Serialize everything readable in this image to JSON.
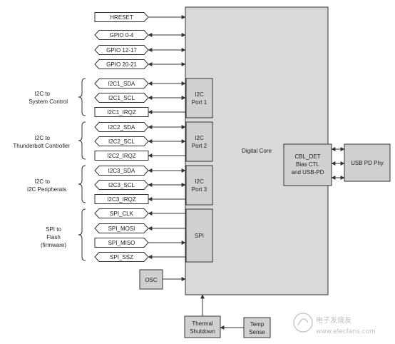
{
  "core_label": "Digital Core",
  "signals": [
    {
      "label": "HRESET",
      "dir": "in",
      "shape": "arrow"
    },
    {
      "label": "GPIO 0-4",
      "dir": "bi",
      "shape": "hex"
    },
    {
      "label": "GPIO 12-17",
      "dir": "bi",
      "shape": "hex"
    },
    {
      "label": "GPIO 20-21",
      "dir": "bi",
      "shape": "hex"
    },
    {
      "label": "I2C1_SDA",
      "dir": "bi",
      "shape": "hex"
    },
    {
      "label": "I2C1_SCL",
      "dir": "bi",
      "shape": "hex"
    },
    {
      "label": "I2C1_IRQZ",
      "dir": "out",
      "shape": "rect"
    },
    {
      "label": "I2C2_SDA",
      "dir": "bi",
      "shape": "hex"
    },
    {
      "label": "I2C2_SCL",
      "dir": "bi",
      "shape": "hex"
    },
    {
      "label": "I2C2_IRQZ",
      "dir": "out",
      "shape": "rect"
    },
    {
      "label": "I2C3_SDA",
      "dir": "bi",
      "shape": "hex"
    },
    {
      "label": "I2C3_SCL",
      "dir": "bi",
      "shape": "hex"
    },
    {
      "label": "I2C3_IRQZ",
      "dir": "out",
      "shape": "rect"
    },
    {
      "label": "SPI_CLK",
      "dir": "out",
      "shape": "hex"
    },
    {
      "label": "SPI_MOSI",
      "dir": "out",
      "shape": "hex"
    },
    {
      "label": "SPI_MISO",
      "dir": "in",
      "shape": "arrow"
    },
    {
      "label": "SPI_SSZ",
      "dir": "out",
      "shape": "hex"
    }
  ],
  "groups": [
    {
      "lines": [
        "I2C to",
        "System Control"
      ]
    },
    {
      "lines": [
        "I2C to",
        "Thunderbolt Controller"
      ]
    },
    {
      "lines": [
        "I2C to",
        "I2C Peripherals"
      ]
    },
    {
      "lines": [
        "SPI to",
        "Flash",
        "(firmware)"
      ]
    }
  ],
  "ports": [
    {
      "lines": [
        "I2C",
        "Port 1"
      ]
    },
    {
      "lines": [
        "I2C",
        "Port 2"
      ]
    },
    {
      "lines": [
        "I2C",
        "Port 3"
      ]
    },
    {
      "lines": [
        "SPI"
      ]
    }
  ],
  "cbl_block": {
    "lines": [
      "CBL_DET",
      "Bias CTL",
      "and USB-PD"
    ]
  },
  "usb_phy": {
    "label": "USB PD Phy"
  },
  "osc": {
    "label": "OSC"
  },
  "thermal": {
    "lines": [
      "Thermal",
      "Shutdown"
    ]
  },
  "temp": {
    "lines": [
      "Temp",
      "Sense"
    ]
  },
  "watermark": {
    "cn": "电子发烧友",
    "url": "www.elecfans.com"
  },
  "colors": {
    "block_fill": "#d9d9d9",
    "stroke": "#333333",
    "signal_fill": "#ffffff"
  }
}
